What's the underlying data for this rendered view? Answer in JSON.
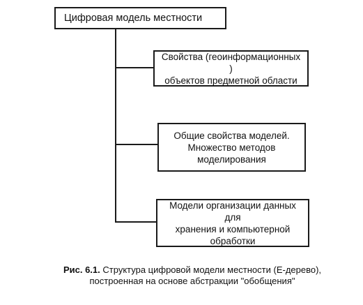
{
  "diagram": {
    "root": {
      "label": "Цифровая модель местности"
    },
    "children": [
      {
        "lines": [
          "Свойства (геоинформационных )",
          "объектов предметной области"
        ]
      },
      {
        "lines": [
          "Общие свойства моделей.",
          "Множество методов",
          "моделирования"
        ]
      },
      {
        "lines": [
          "Модели организации данных для",
          "хранения и компьютерной",
          "обработки"
        ]
      }
    ]
  },
  "caption": {
    "figure_number": "Рис. 6.1.",
    "line1": "Структура цифровой модели местности (Е-дерево),",
    "line2": "построенная на основе абстракции \"обобщения\""
  }
}
